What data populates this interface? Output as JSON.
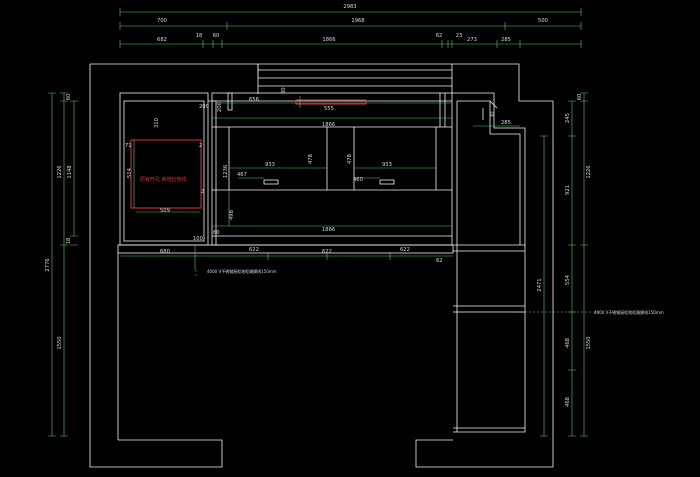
{
  "colors": {
    "background": "#000000",
    "outline": "#f2f2f2",
    "dimension": "#4fd06a",
    "highlight": "#e0303a",
    "text": "#d9d9d9"
  },
  "dims_top": {
    "total": "2983",
    "row2": [
      "700",
      "1968",
      "500"
    ],
    "row3": [
      "682",
      "18",
      "60",
      "1866",
      "62",
      "23",
      "273",
      "285"
    ]
  },
  "dims_left": {
    "outer": "2776",
    "upper": [
      "60",
      "1226",
      "1148",
      "18"
    ],
    "lower": "1550"
  },
  "dims_right": {
    "outer": [
      "60",
      "1226",
      "1550"
    ],
    "mid": [
      "245",
      "921",
      "554",
      "468",
      "468"
    ],
    "tall": "2471"
  },
  "inner_labels": {
    "l200a": "200",
    "l200b": "200",
    "l656": "656",
    "l30a": "30",
    "l555": "555",
    "l310": "310",
    "l71": "71",
    "l514": "514",
    "l2a": "2",
    "l2b": "2",
    "l509": "509",
    "l1866a": "1866",
    "l1236": "1236",
    "l467": "467",
    "l933a": "933",
    "l478a": "478",
    "l478b": "478",
    "l933b": "933",
    "l460": "460",
    "l498": "498",
    "l60": "60",
    "l100": "100",
    "l1866b": "1866",
    "l680": "680",
    "l622a": "622",
    "l622b": "622",
    "l622c": "622",
    "l62": "62",
    "l30b": "30",
    "l285": "285"
  },
  "notes": {
    "red_note": "原有开孔 新增灶管线",
    "note_left": "4000 V不锈钢厨柜地柜踢脚线150mm",
    "note_right": "4000 V不锈钢厨柜地柜踢脚线150mm"
  }
}
